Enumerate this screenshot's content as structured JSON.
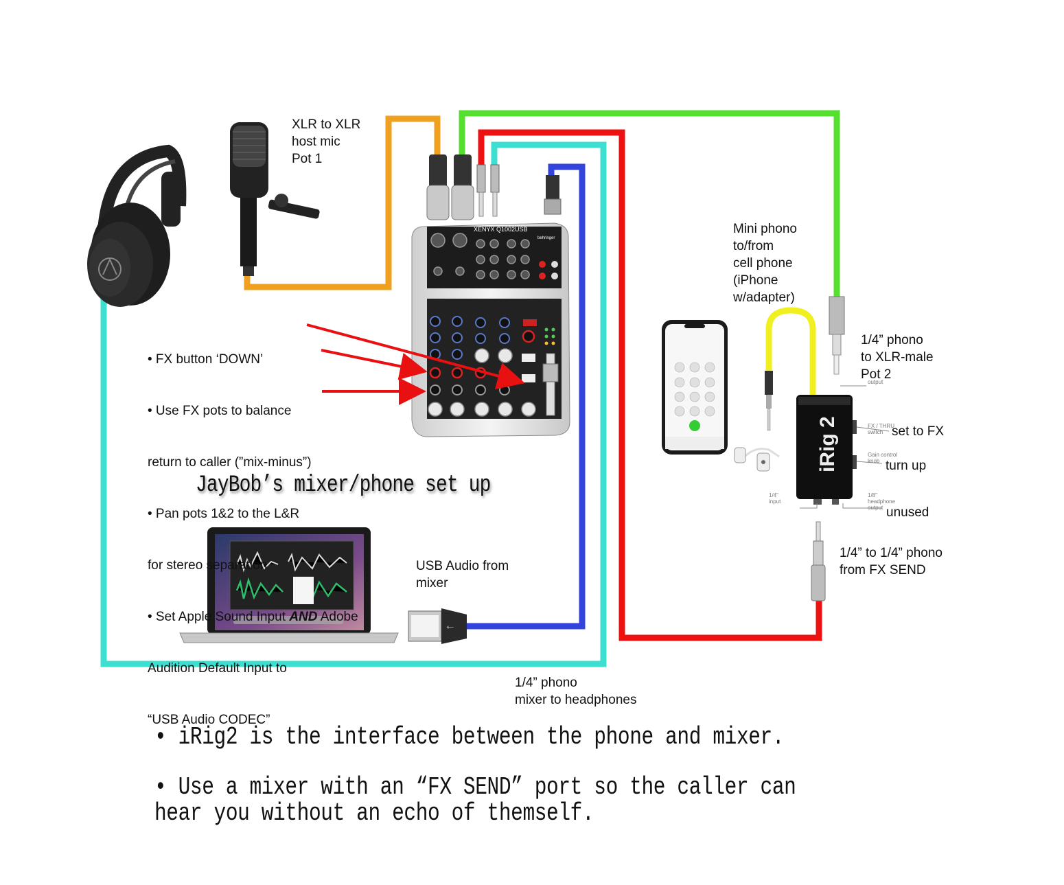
{
  "labels": {
    "xlr_mic": "XLR to XLR\nhost mic\nPot 1",
    "mini_phono": "Mini phono\nto/from\ncell phone\n(iPhone\nw/adapter)",
    "quarter_xlr": "1/4” phono\nto XLR-male\nPot 2",
    "set_fx": "set to FX",
    "turn_up": "turn up",
    "unused": "unused",
    "quarter_quarter": "1/4” to 1/4” phono\nfrom FX SEND",
    "usb_audio": "USB Audio from\nmixer",
    "headphones_cable": "1/4” phono\nmixer to headphones"
  },
  "instructions": {
    "l1": "• FX button ‘DOWN’",
    "l2": "• Use FX pots to balance",
    "l3": "return to caller (”mix-minus”)",
    "l4": "• Pan pots 1&2 to the L&R",
    "l5": "for stereo separation",
    "l6a": "• Set Apple Sound Input ",
    "l6b": "AND",
    "l6c": " Adobe",
    "l7": "Audition Default Input to",
    "l8": "“USB Audio CODEC”"
  },
  "title": "JayBob’s mixer/phone set up",
  "irig": {
    "brand": "iRig 2",
    "output": "output",
    "fx_thru": "FX / THRU\nswitch",
    "gain": "Gain control\nknob",
    "input": "1/4”\ninput",
    "headphone": "1/8”\nheadphone\noutput"
  },
  "mixer": {
    "brand": "XENYX Q1002USB",
    "maker": "behringer"
  },
  "footer": {
    "line1": "• iRig2 is the interface between the phone and mixer.",
    "line2": "• Use a mixer with an “FX SEND” port so the caller can",
    "line3": "hear you without an echo of themself."
  },
  "colors": {
    "orange": "#f0a020",
    "green": "#55e030",
    "red": "#ee1111",
    "cyan": "#3de0d0",
    "blue": "#3344dd",
    "yellow": "#f0f020",
    "arrow_red": "#e81010"
  }
}
